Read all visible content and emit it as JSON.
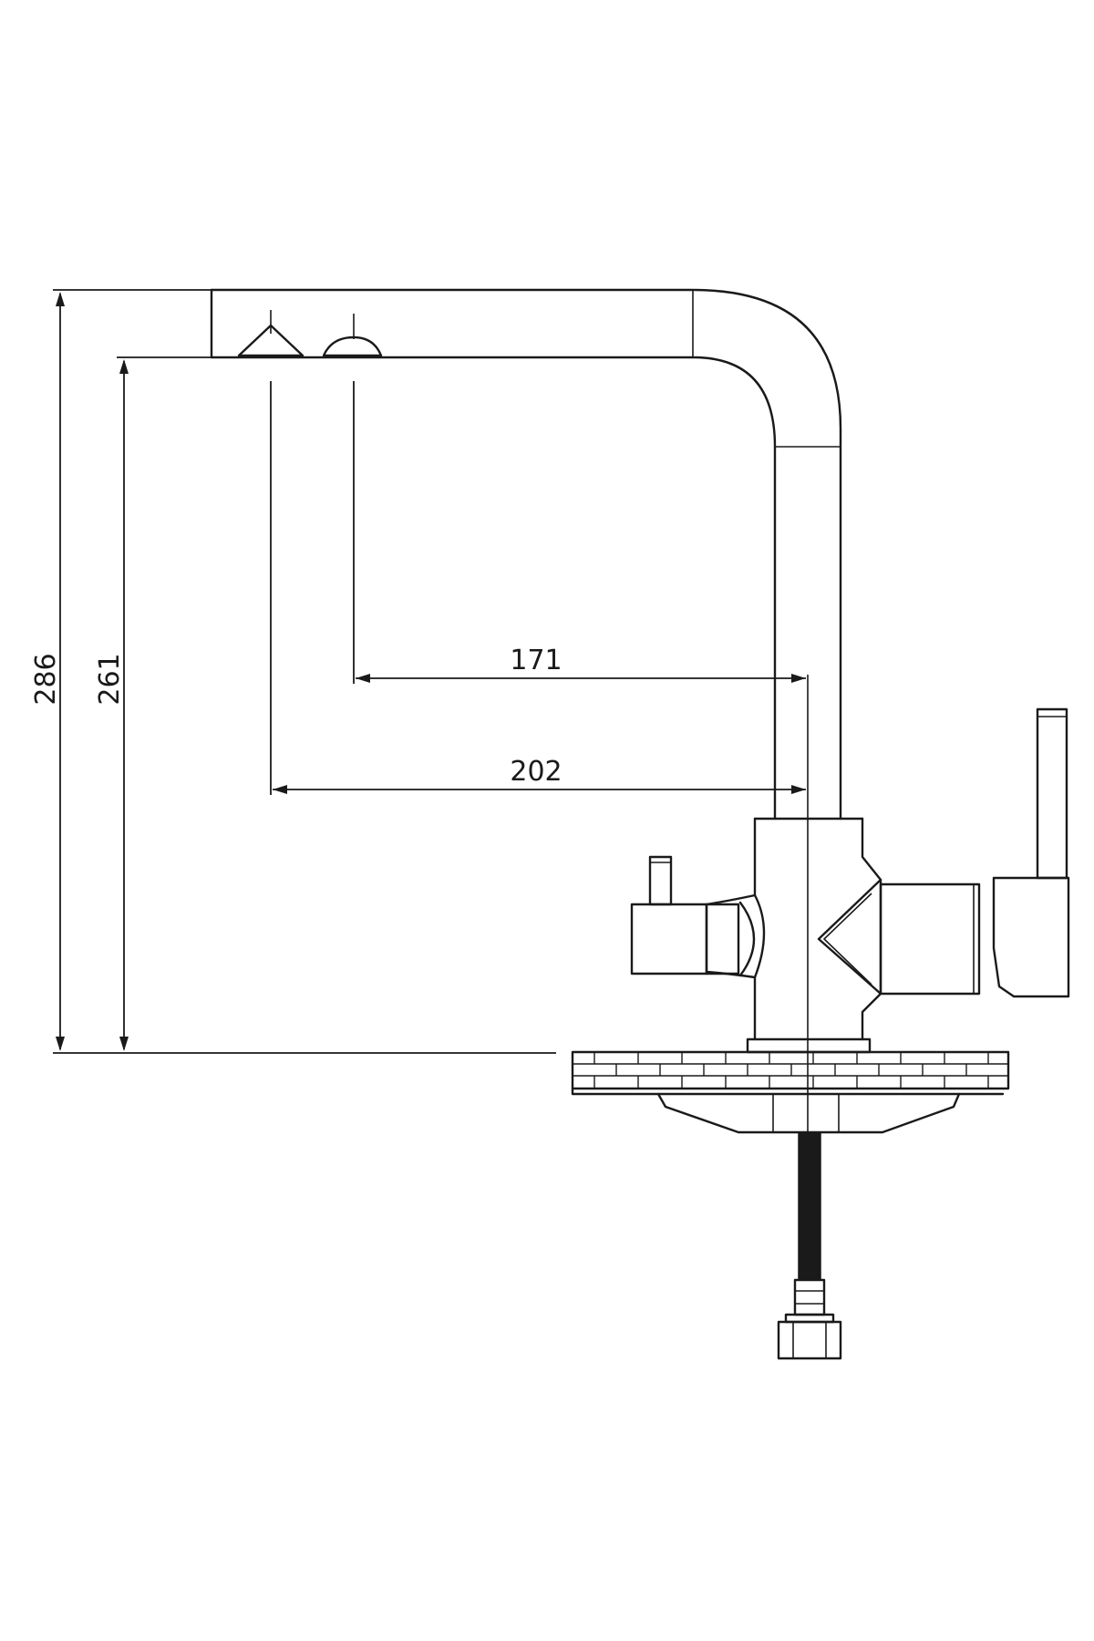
{
  "dimensions": {
    "total_height": "286",
    "spout_height": "261",
    "reach_inner": "171",
    "reach_outer": "202"
  }
}
